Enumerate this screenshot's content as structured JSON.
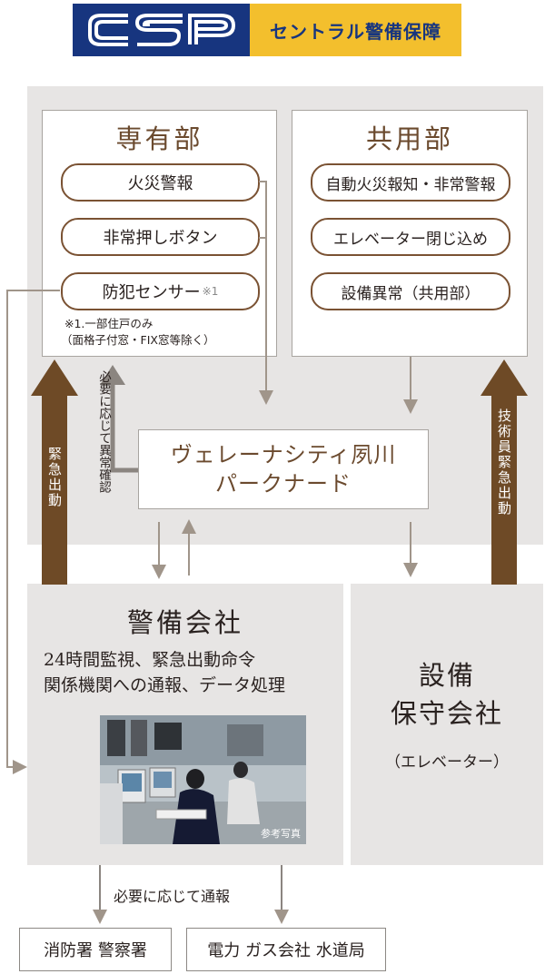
{
  "logo": {
    "mark_text": "CSP",
    "company_name": "セントラル警備保障",
    "brand_blue": "#17357f",
    "brand_yellow": "#f3bf2d"
  },
  "private_area": {
    "title": "専有部",
    "items": [
      "火災警報",
      "非常押しボタン",
      "防犯センサー"
    ],
    "sensor_note_mark": "※1",
    "footnote_line1": "※1.一部住戸のみ",
    "footnote_line2": "（面格子付窓・FIX窓等除く）"
  },
  "common_area": {
    "title": "共用部",
    "items": [
      "自動火災報知・非常警報",
      "エレベーター閉じ込め",
      "設備異常（共用部）"
    ]
  },
  "building": {
    "name_line1": "ヴェレーナシティ夙川",
    "name_line2": "パークナード"
  },
  "arrows": {
    "emergency_dispatch": "緊急出動",
    "check_if_needed": "必要に応じて異常確認",
    "technician_dispatch": "技術員緊急出動",
    "report_if_needed": "必要に応じて通報"
  },
  "security_company": {
    "title": "警備会社",
    "desc_line1": "24時間監視、緊急出動命令",
    "desc_line2": "関係機関への通報、データ処理",
    "photo_caption": "参考写真"
  },
  "maintenance_company": {
    "title_line1": "設備",
    "title_line2": "保守会社",
    "subtitle": "（エレベーター）"
  },
  "destinations": {
    "left": "消防署 警察署",
    "right": "電力 ガス会社 水道局"
  },
  "colors": {
    "brown": "#6b4a2e",
    "arrow_brown": "#6e4a26",
    "gray_arrow": "#8b8580",
    "thin_arrow": "#a0958a",
    "panel_gray": "#e7e5e4"
  }
}
